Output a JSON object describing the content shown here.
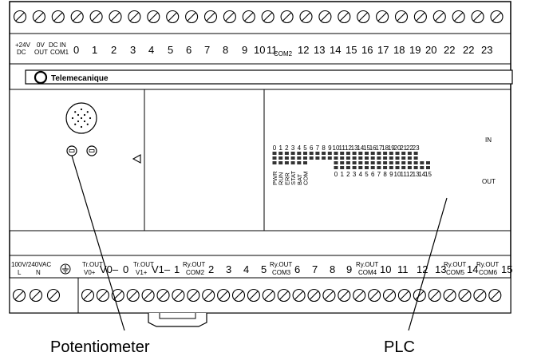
{
  "top_terminals": {
    "count": 26,
    "power_labels": {
      "p24v": "+24V",
      "dc1": "DC",
      "zerov": "0V",
      "out": "OUT",
      "dcin": "DC IN",
      "com1": "COM1"
    },
    "numbers_a": [
      "0",
      "1",
      "2",
      "3",
      "4",
      "5",
      "6",
      "7",
      "8",
      "9",
      "10",
      "11"
    ],
    "com2": "COM2",
    "numbers_b": [
      "12",
      "13",
      "14",
      "15",
      "16",
      "17",
      "18",
      "19",
      "20",
      "22",
      "22",
      "23"
    ]
  },
  "brand": {
    "name": "Telemecanique"
  },
  "display": {
    "in_label": "IN",
    "out_label": "OUT",
    "input_numbers": [
      "0",
      "1",
      "2",
      "3",
      "4",
      "5",
      "6",
      "7",
      "8",
      "9",
      "10",
      "11",
      "12",
      "13",
      "14",
      "15",
      "16",
      "17",
      "18",
      "19",
      "20",
      "21",
      "22",
      "23"
    ],
    "output_numbers": [
      "0",
      "1",
      "2",
      "3",
      "4",
      "5",
      "6",
      "7",
      "8",
      "9",
      "10",
      "11",
      "12",
      "13",
      "14",
      "15"
    ],
    "status_labels": [
      "PWR",
      "RUN",
      "ERR",
      "STAT",
      "BAT",
      "COM"
    ]
  },
  "bottom_terminals": {
    "count": 31,
    "supply": {
      "voltage": "100V/240VAC",
      "l": "L",
      "n": "N"
    },
    "labels": {
      "tr_out_1a": "Tr.OUT",
      "tr_out_1b": "V0+",
      "v0m": "V0–",
      "n0": "0",
      "tr_out_2a": "Tr.OUT",
      "tr_out_2b": "V1+",
      "v1m": "V1–",
      "n1": "1",
      "ry1a": "Ry.OUT",
      "ry1b": "COM2",
      "n2": "2",
      "n3": "3",
      "n4": "4",
      "n5": "5",
      "ry2a": "Ry.OUT",
      "ry2b": "COM3",
      "n6": "6",
      "n7": "7",
      "n8": "8",
      "n9": "9",
      "ry3a": "Ry.OUT",
      "ry3b": "COM4",
      "n10": "10",
      "n11": "11",
      "n12": "12",
      "n13": "13",
      "ry4a": "Ry.OUT",
      "ry4b": "COM5",
      "n14": "14",
      "ry5a": "Ry.OUT",
      "ry5b": "COM6",
      "n15": "15"
    }
  },
  "callouts": {
    "left": "Potentiometer",
    "right": "PLC"
  }
}
